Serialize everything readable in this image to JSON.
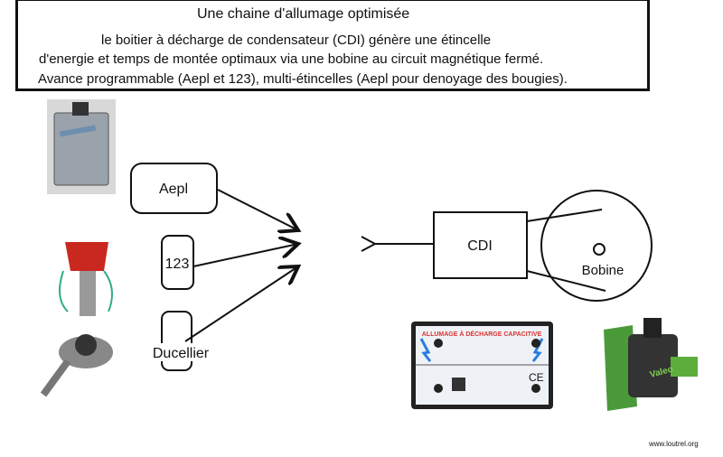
{
  "header": {
    "title": "Une chaine d'allumage optimisée",
    "lines": [
      "le boitier à décharge de condensateur (CDI) génère une étincelle",
      "d'energie et temps  de montée optimaux via une bobine au circuit magnétique fermé.",
      "Avance  programmable (Aepl et 123), multi-étincelles (Aepl pour denoyage des bougies)."
    ]
  },
  "diagram": {
    "inputs": [
      "Aepl",
      "123",
      "Ducellier"
    ],
    "cdi_label": "CDI",
    "coil_label": "Bobine",
    "cdi_photo_text": "ALLUMAGE À DÉCHARGE CAPACITIVE",
    "coil_photo_brand": "Valeo"
  },
  "footer": {
    "website": "www.loutrel.org"
  }
}
